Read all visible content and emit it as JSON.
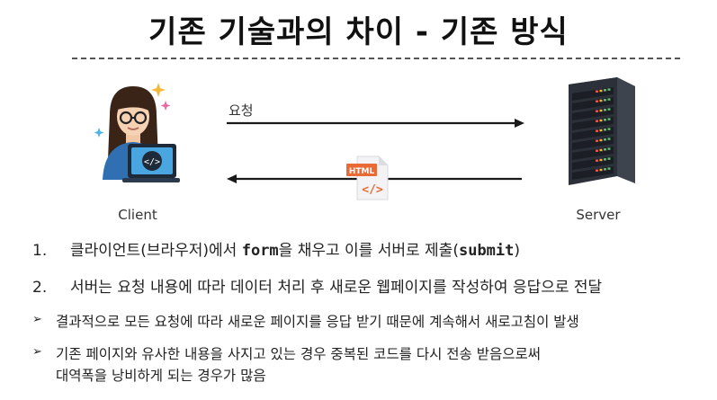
{
  "title": "기존 기술과의 차이 - 기존 방식",
  "diagram": {
    "request_label": "요청",
    "client_label": "Client",
    "server_label": "Server",
    "html_badge": "HTML",
    "html_code": "</>",
    "laptop_code": "</>"
  },
  "list": {
    "items": [
      {
        "num": "1.",
        "pre": "클라이언트(브라우저)에서 ",
        "code1": "form",
        "mid": "을 채우고 이를 서버로 제출(",
        "code2": "submit",
        "post": ")"
      },
      {
        "num": "2.",
        "text": "서버는 요청 내용에 따라 데이터 처리 후 새로운 웹페이지를 작성하여 응답으로 전달"
      }
    ],
    "bullets": [
      {
        "mark": "➢",
        "line1": "결과적으로 모든 요청에 따라 새로운 페이지를 응답 받기 때문에 계속해서 새로고침이 발생"
      },
      {
        "mark": "➢",
        "line1": "기존 페이지와 유사한 내용을 사지고 있는 경우 중복된 코드를 다시 전송 받음으로써",
        "line2": "대역폭을 낭비하게 되는 경우가 많음"
      }
    ]
  }
}
